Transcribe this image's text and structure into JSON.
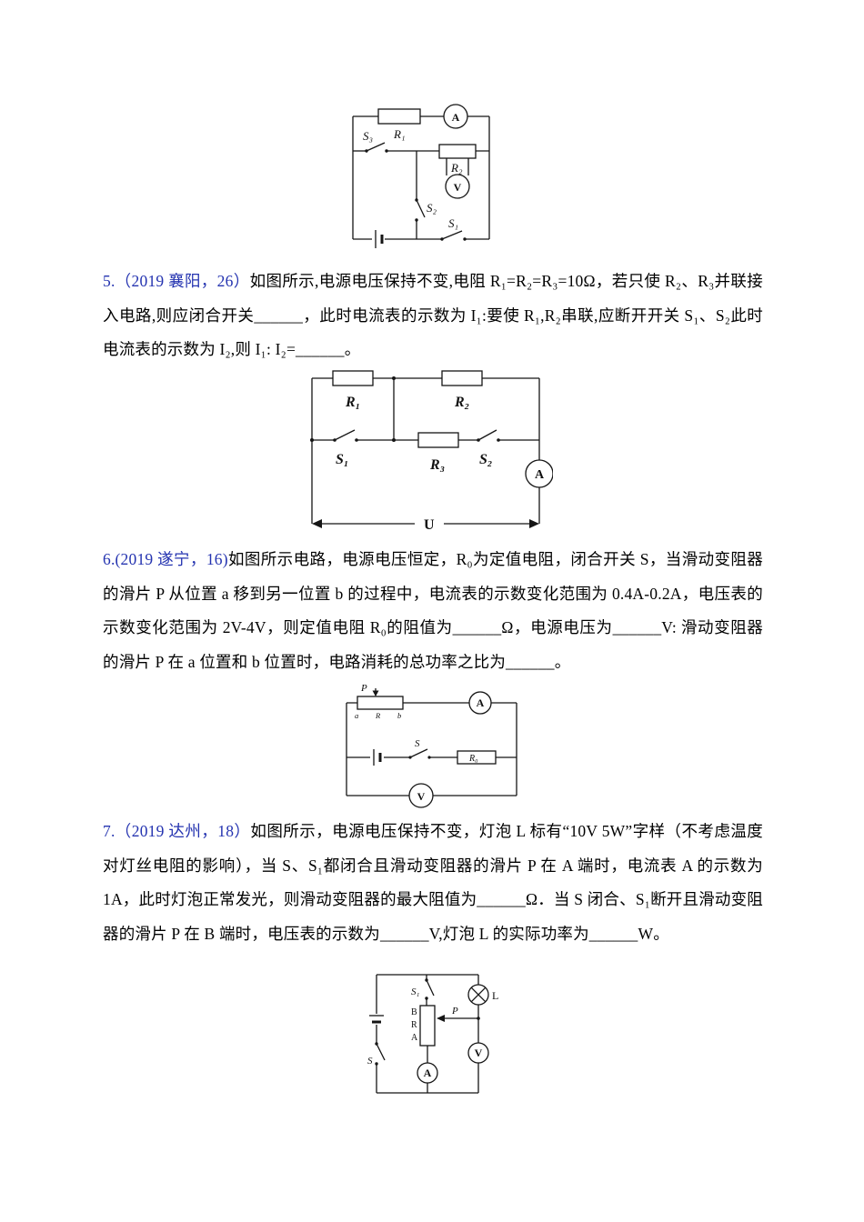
{
  "colors": {
    "citation_blue": "#2433b0",
    "ink": "#151515",
    "paper": "#ffffff"
  },
  "questions": [
    {
      "id": "5",
      "label": "5.（2019 襄阳，26）",
      "text": "如图所示,电源电压保持不变,电阻 R₁=R₂=R₃=10Ω，若只使 R₂、R₃并联接入电路,则应闭合开关______，此时电流表的示数为 I₁:要使 R₁,R₂串联,应断开开关 S₁、S₂此时电流表的示数为 I₂,则 I₁: I₂=______。"
    },
    {
      "id": "6",
      "label": "6.(2019 遂宁，16)",
      "text": "如图所示电路，电源电压恒定，R₀为定值电阻，闭合开关 S，当滑动变阻器的滑片 P 从位置 a 移到另一位置 b 的过程中，电流表的示数变化范围为 0.4A-0.2A，电压表的示数变化范围为 2V-4V，则定值电阻 R₀的阻值为______Ω，电源电压为______V: 滑动变阻器的滑片 P 在 a 位置和 b 位置时，电路消耗的总功率之比为______。"
    },
    {
      "id": "7",
      "label": "7.（2019 达州，18）",
      "text": "如图所示，电源电压保持不变，灯泡 L 标有“10V 5W”字样（不考虑温度对灯丝电阻的影响），当 S、S₁都闭合且滑动变阻器的滑片 P 在 A 端时，电流表 A 的示数为 1A，此时灯泡正常发光，则滑动变阻器的最大阻值为______Ω．当 S 闭合、S₁断开且滑动变阻器的滑片 P 在 B 端时，电压表的示数为______V,灯泡 L 的实际功率为______W。"
    }
  ],
  "diagrams": {
    "fig4": {
      "r1": "R₁",
      "a": "A",
      "s3": "S₃",
      "r2": "R₂",
      "v": "V",
      "s2": "S₂",
      "s1": "S₁"
    },
    "fig5": {
      "r1": "R₁",
      "r2": "R₂",
      "s1": "S₁",
      "r3": "R₃",
      "s2": "S₂",
      "a": "A",
      "u": "U"
    },
    "fig6": {
      "p": "P",
      "a": "a",
      "r": "R",
      "b": "b",
      "ammeter": "A",
      "s": "S",
      "r0": "R₀",
      "v": "V"
    },
    "fig7": {
      "s1": "S₁",
      "l": "L",
      "b": "B",
      "r": "R",
      "a": "A",
      "p": "P",
      "s": "S",
      "v": "V",
      "ammeter": "A"
    }
  }
}
